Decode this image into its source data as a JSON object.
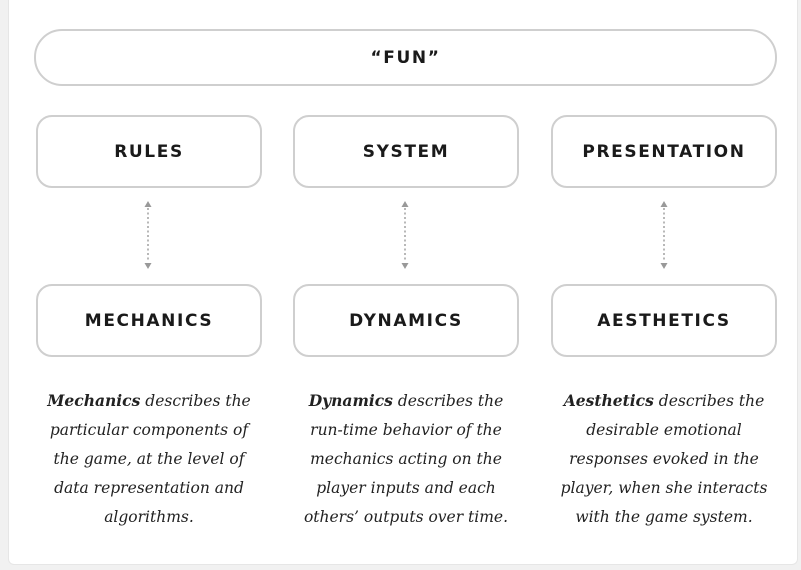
{
  "diagram": {
    "top": {
      "label": "“FUN”"
    },
    "columns": [
      {
        "upper": "RULES",
        "lower": "MECHANICS",
        "description": {
          "term": "Mechanics",
          "text": " describes the particular components of the game, at the level of data representation and algorithms."
        }
      },
      {
        "upper": "SYSTEM",
        "lower": "DYNAMICS",
        "description": {
          "term": "Dynamics",
          "text": " describes the run-time behavior of the mechanics acting on the player inputs and each others’ outputs over time."
        }
      },
      {
        "upper": "PRESENTATION",
        "lower": "AESTHETICS",
        "description": {
          "term": "Aesthetics",
          "text": " describes the desirable emotional responses evoked in the player, when she interacts with the game system."
        }
      }
    ],
    "colors": {
      "box_border": "#cfcfcf",
      "text": "#1a1a1a",
      "connector": "#999999"
    }
  }
}
